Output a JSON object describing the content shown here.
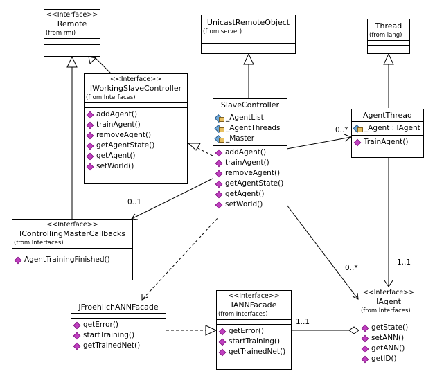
{
  "classes": {
    "remote": {
      "stereotype": "<<Interface>>",
      "name": "Remote",
      "from": "(from rmi)"
    },
    "unicast": {
      "name": "UnicastRemoteObject",
      "from": "(from server)"
    },
    "thread": {
      "name": "Thread",
      "from": "(from lang)"
    },
    "iworking": {
      "stereotype": "<<Interface>>",
      "name": "IWorkingSlaveController",
      "from": "(from Interfaces)",
      "operations": [
        "addAgent()",
        "trainAgent()",
        "removeAgent()",
        "getAgentState()",
        "getAgent()",
        "setWorld()"
      ]
    },
    "slave": {
      "name": "SlaveController",
      "attributes": [
        "_AgentList",
        "_AgentThreads",
        "_Master"
      ],
      "operations": [
        "addAgent()",
        "trainAgent()",
        "removeAgent()",
        "getAgentState()",
        "getAgent()",
        "setWorld()"
      ]
    },
    "agentthread": {
      "name": "AgentThread",
      "attributes": [
        "_Agent : IAgent"
      ],
      "operations": [
        "TrainAgent()"
      ]
    },
    "icontrolling": {
      "stereotype": "<<Interface>>",
      "name": "IControllingMasterCallbacks",
      "from": "(from Interfaces)",
      "operations": [
        "AgentTrainingFinished()"
      ]
    },
    "jfroehlich": {
      "name": "JFroehlichANNFacade",
      "operations": [
        "getError()",
        "startTraining()",
        "getTrainedNet()"
      ]
    },
    "iannfacade": {
      "stereotype": "<<Interface>>",
      "name": "IANNFacade",
      "from": "(from Interfaces)",
      "operations": [
        "getError()",
        "startTraining()",
        "getTrainedNet()"
      ]
    },
    "iagent": {
      "stereotype": "<<Interface>>",
      "name": "IAgent",
      "from": "(from Interfaces)",
      "operations": [
        "getState()",
        "setANN()",
        "getANN()",
        "getID()"
      ]
    }
  },
  "multiplicities": {
    "slave_agentthread": "0..*",
    "slave_icontrolling": "0..1",
    "slave_iagent": "0..*",
    "agentthread_iagent": "1..1",
    "iannfacade_iagent": "1..1"
  }
}
